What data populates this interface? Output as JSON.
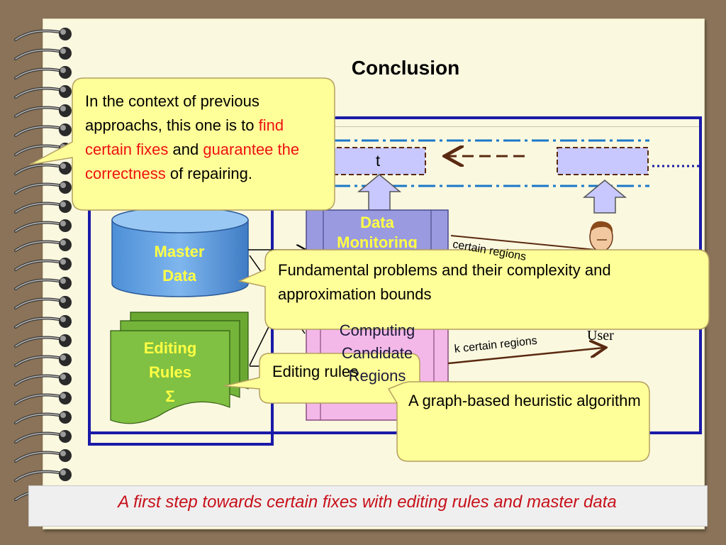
{
  "slide": {
    "title": "Conclusion",
    "footer": "A first step towards certain fixes with editing rules and master data"
  },
  "diagram": {
    "tuple_label": "t",
    "master_data": [
      "Master",
      "Data"
    ],
    "editing_rules": [
      "Editing",
      "Rules",
      "Σ"
    ],
    "data_monitoring": [
      "Data",
      "Monitoring"
    ],
    "computing_regions": [
      "Computing",
      "Candidate",
      "Regions"
    ],
    "certain_regions_top": "certain regions",
    "k_certain_regions": "k certain regions",
    "user_label": "User"
  },
  "callouts": {
    "context": {
      "part1": "In the context of previous approachs, this one is to ",
      "highlight1": "find certain fixes",
      "part2": " and ",
      "highlight2": "guarantee the correctness",
      "part3": " of repairing."
    },
    "fundamental": "Fundamental problems and their complexity and approximation bounds",
    "editing": "Editing rules",
    "heuristic": "A graph-based heuristic algorithm"
  },
  "colors": {
    "highlight_text": "#ee1111",
    "callout_fill": "#ffff99",
    "frame_blue": "#1a1aa8",
    "footer_text": "#c8101a"
  }
}
